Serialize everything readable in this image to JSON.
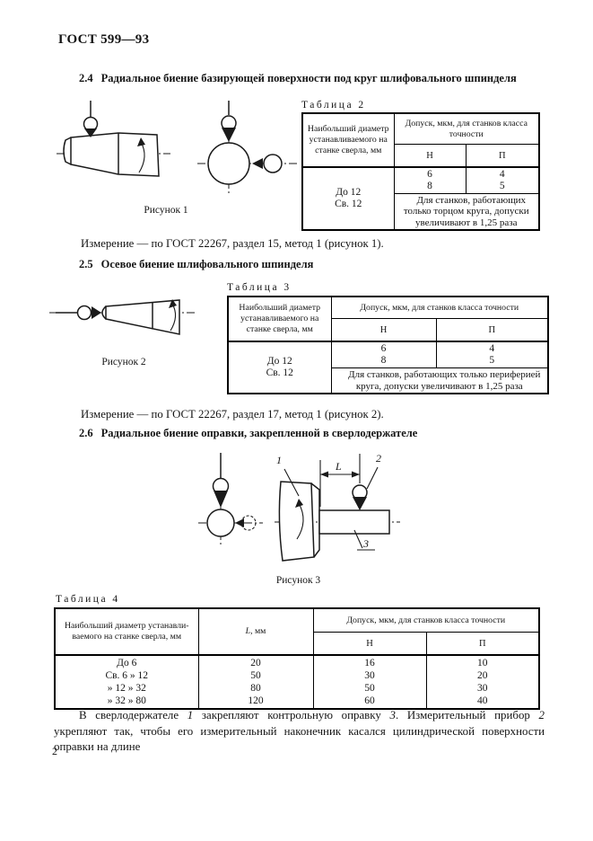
{
  "page": {
    "header": "ГОСТ 599—93",
    "number": "2"
  },
  "sections": {
    "s24": {
      "number": "2.4",
      "title": "Радиальное биение базирующей поверхности под круг шлифовального шпинделя"
    },
    "s25": {
      "number": "2.5",
      "title": "Осевое биение шлифовального шпинделя"
    },
    "s26": {
      "number": "2.6",
      "title": "Радиальное биение оправки, закрепленной в сверлодержателе"
    }
  },
  "paragraphs": {
    "measure1": "Измерение — по ГОСТ 22267, раздел 15, метод 1 (рисунок 1).",
    "measure2": "Измерение — по ГОСТ 22267, раздел 17, метод 1 (рисунок 2).",
    "final": {
      "s1": "В сверлодержателе ",
      "n1": "1",
      "s2": " закрепляют контрольную оправку ",
      "n2": "3",
      "s3": ". Измерительный прибор ",
      "n3": "2",
      "s4": " укрепляют так, чтобы его измерительный наконечник касался цилиндрической поверхности оправки на длине"
    }
  },
  "figures": {
    "fig1": {
      "caption": "Рисунок 1"
    },
    "fig2": {
      "caption": "Рисунок 2"
    },
    "fig3": {
      "caption": "Рисунок 3",
      "callout1": "1",
      "callout2": "2",
      "callout3": "3",
      "dim": "L"
    }
  },
  "tables": {
    "t2": {
      "label": "Таблица 2",
      "col1_header": "Наибольший диаметр устанавливаемого на станке сверла, мм",
      "tol_header": "Допуск, мкм, для станков класса точности",
      "cls_h": "Н",
      "cls_p": "П",
      "diam": [
        "До 12",
        "Св. 12"
      ],
      "h": [
        "6",
        "8"
      ],
      "p": [
        "4",
        "5"
      ],
      "note": "Для станков, работающих только торцом круга, допуски увеличивают в 1,25 раза"
    },
    "t3": {
      "label": "Таблица 3",
      "col1_header": "Наибольший диаметр устанавливаемого на станке сверла, мм",
      "tol_header": "Допуск, мкм, для станков класса точности",
      "cls_h": "Н",
      "cls_p": "П",
      "diam": [
        "До 12",
        "Св. 12"
      ],
      "h": [
        "6",
        "8"
      ],
      "p": [
        "4",
        "5"
      ],
      "note": "Для станков, работающих только периферией круга, допуски увеличивают в 1,25 раза"
    },
    "t4": {
      "label": "Таблица 4",
      "col1_header_lines": [
        "Наибольший диаметр устанавли-",
        "ваемого на станке сверла, мм"
      ],
      "l_symbol": "L",
      "l_unit": ", мм",
      "tol_header": "Допуск, мкм, для станков класса точности",
      "cls_h": "Н",
      "cls_p": "П",
      "diam": [
        "До 6",
        "Св. 6 » 12",
        "» 12 » 32",
        "» 32 » 80"
      ],
      "l": [
        "20",
        "50",
        "80",
        "120"
      ],
      "h": [
        "16",
        "30",
        "50",
        "60"
      ],
      "p": [
        "10",
        "20",
        "30",
        "40"
      ]
    }
  }
}
